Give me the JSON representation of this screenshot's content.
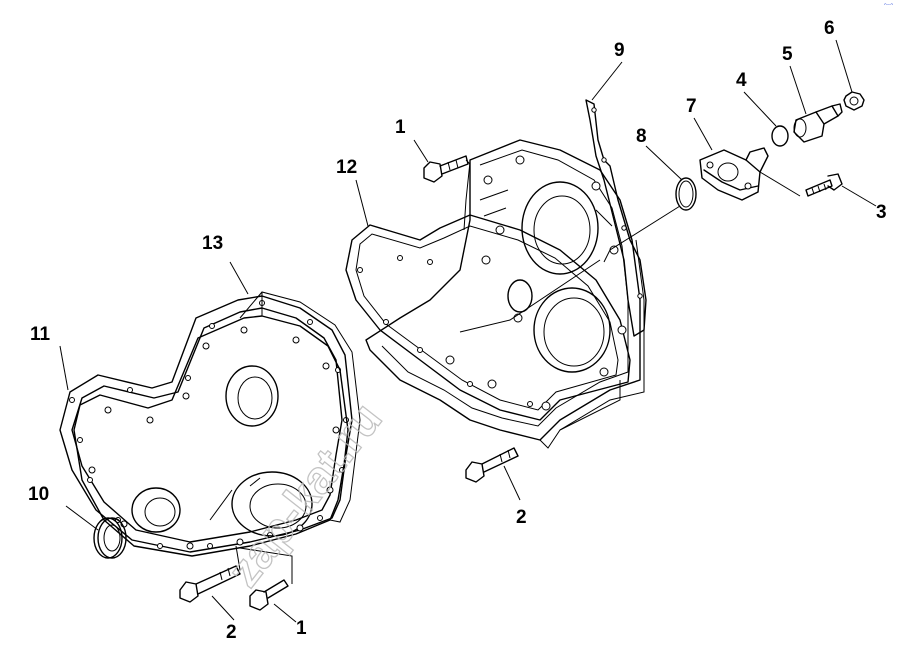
{
  "watermark": "zap-kat.ru",
  "corner_mark": "ᵔ⁻ᵔ",
  "callouts": [
    {
      "id": "c1a",
      "text": "1"
    },
    {
      "id": "c1b",
      "text": "1"
    },
    {
      "id": "c2a",
      "text": "2"
    },
    {
      "id": "c2b",
      "text": "2"
    },
    {
      "id": "c3",
      "text": "3"
    },
    {
      "id": "c4",
      "text": "4"
    },
    {
      "id": "c5",
      "text": "5"
    },
    {
      "id": "c6",
      "text": "6"
    },
    {
      "id": "c7",
      "text": "7"
    },
    {
      "id": "c8",
      "text": "8"
    },
    {
      "id": "c9",
      "text": "9"
    },
    {
      "id": "c10",
      "text": "10"
    },
    {
      "id": "c11",
      "text": "11"
    },
    {
      "id": "c12",
      "text": "12"
    },
    {
      "id": "c13",
      "text": "13"
    }
  ]
}
